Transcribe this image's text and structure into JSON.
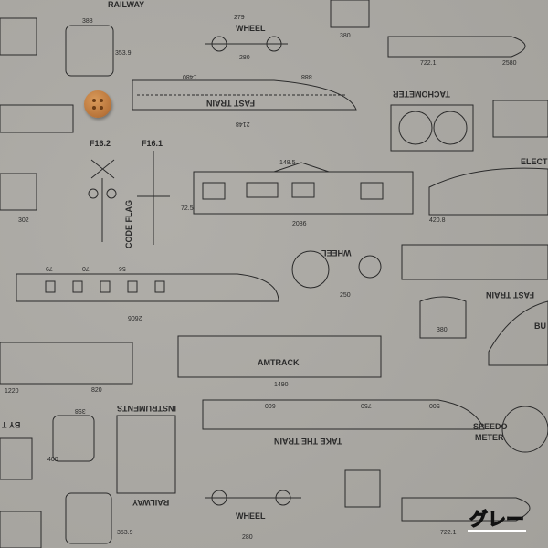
{
  "color_label": "グレー",
  "colors": {
    "fabric": "#a9a7a2",
    "ink": "#2a2a2a",
    "button": "#b8743a"
  },
  "labels": [
    {
      "text": "RAILWAY",
      "name": "label-railway-top"
    },
    {
      "text": "WHEEL",
      "name": "label-wheel-top"
    },
    {
      "text": "FAST TRAIN",
      "name": "label-fast-train-1"
    },
    {
      "text": "TACHOMETER",
      "name": "label-tachometer"
    },
    {
      "text": "F16.2",
      "name": "label-f16-2"
    },
    {
      "text": "F16.1",
      "name": "label-f16-1"
    },
    {
      "text": "CODE FLAG",
      "name": "label-code-flag"
    },
    {
      "text": "ELECT",
      "name": "label-elect"
    },
    {
      "text": "WHEEL",
      "name": "label-wheel-mid"
    },
    {
      "text": "FAST TRAIN",
      "name": "label-fast-train-2"
    },
    {
      "text": "BU",
      "name": "label-bu"
    },
    {
      "text": "AMTRACK",
      "name": "label-amtrack"
    },
    {
      "text": "INSTRUMENTS",
      "name": "label-instruments"
    },
    {
      "text": "BY T",
      "name": "label-by-t"
    },
    {
      "text": "SPEEDO",
      "name": "label-speedo"
    },
    {
      "text": "METER",
      "name": "label-meter"
    },
    {
      "text": "TAKE THE TRAIN",
      "name": "label-take-the-train"
    },
    {
      "text": "RAILWAY",
      "name": "label-railway-bottom"
    },
    {
      "text": "WHEEL",
      "name": "label-wheel-bottom"
    }
  ],
  "dimensions": [
    "388",
    "279",
    "380",
    "280",
    "353.9",
    "722.1",
    "2580",
    "1480",
    "888",
    "2148",
    "148.5",
    "72.5",
    "302",
    "2086",
    "420.8",
    "79",
    "70",
    "56",
    "2606",
    "250",
    "380",
    "1220",
    "820",
    "1490",
    "600",
    "750",
    "500",
    "398",
    "400",
    "280",
    "353.9",
    "722.1"
  ]
}
